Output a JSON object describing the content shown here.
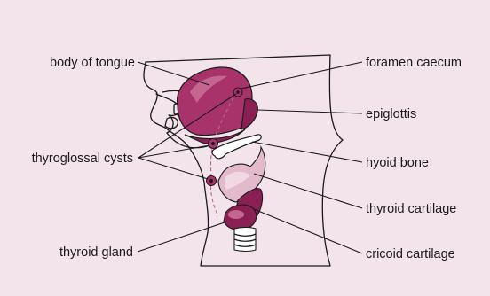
{
  "labels": {
    "body_of_tongue": "body of tongue",
    "thyroglossal_cysts": "thyroglossal cysts",
    "thyroid_gland": "thyroid gland",
    "foramen_caecum": "foramen caecum",
    "epiglottis": "epiglottis",
    "hyoid_bone": "hyoid bone",
    "thyroid_cartilage": "thyroid cartilage",
    "cricoid_cartilage": "cricoid cartilage"
  },
  "colors": {
    "background": "#f3e4ec",
    "head_fill": "#ffffff",
    "tongue": "#a8326a",
    "tongue_highlight": "#c4668f",
    "epiglottis": "#8a1f54",
    "cyst": "#b0306c",
    "thyroid_cartilage": "#e3b9cc",
    "thyroid_gland": "#8a1f54",
    "line": "#1a1a1a"
  }
}
